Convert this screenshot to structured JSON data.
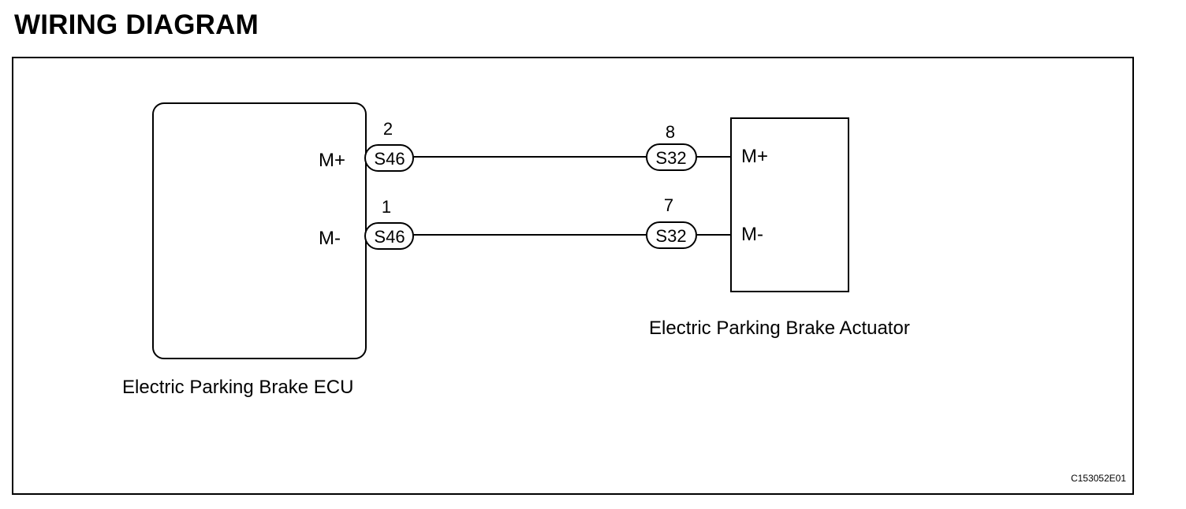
{
  "title": "WIRING DIAGRAM",
  "ecu": {
    "label": "Electric Parking Brake ECU",
    "terminals": [
      {
        "name": "M+",
        "pin": "2",
        "connector": "S46"
      },
      {
        "name": "M-",
        "pin": "1",
        "connector": "S46"
      }
    ]
  },
  "actuator": {
    "label": "Electric Parking Brake Actuator",
    "terminals": [
      {
        "name": "M+",
        "pin": "8",
        "connector": "S32"
      },
      {
        "name": "M-",
        "pin": "7",
        "connector": "S32"
      }
    ]
  },
  "figure_code": "C153052E01"
}
